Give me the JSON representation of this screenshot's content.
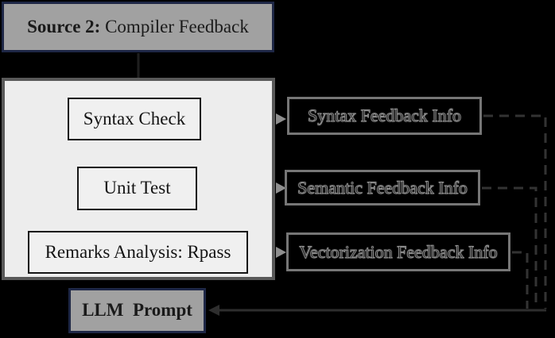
{
  "diagram": {
    "source_box": {
      "label_bold": "Source 2:",
      "label_rest": " Compiler Feedback"
    },
    "pipeline": {
      "steps": [
        {
          "label": "Syntax Check"
        },
        {
          "label": "Unit Test"
        },
        {
          "label": "Remarks Analysis: Rpass"
        }
      ]
    },
    "feedback_boxes": [
      {
        "label": "Syntax Feedback Info"
      },
      {
        "label": "Semantic Feedback Info"
      },
      {
        "label": "Vectorization Feedback Info"
      }
    ],
    "llm_box": {
      "label": "LLM  Prompt"
    },
    "connectors": {
      "flow_arrow_icon": "down-arrow-icon",
      "feedback_arrow_icon": "right-arrow-icon",
      "prompt_arrow_icon": "left-arrow-icon",
      "style": "dashed lines from pipeline steps to feedback boxes; dashed return lines merging into solid arrow entering LLM Prompt"
    },
    "colors": {
      "background": "#000000",
      "navy_border": "#1e2746",
      "gray_fill": "#a1a1a1",
      "panel_fill": "#ededed",
      "panel_border": "#595959",
      "flowbox_border": "#161616",
      "infobox_border": "#767676",
      "gray_connector": "#8f8f8f",
      "dark_connector": "#333333",
      "flow_arrow": "#1f1f1f"
    }
  }
}
